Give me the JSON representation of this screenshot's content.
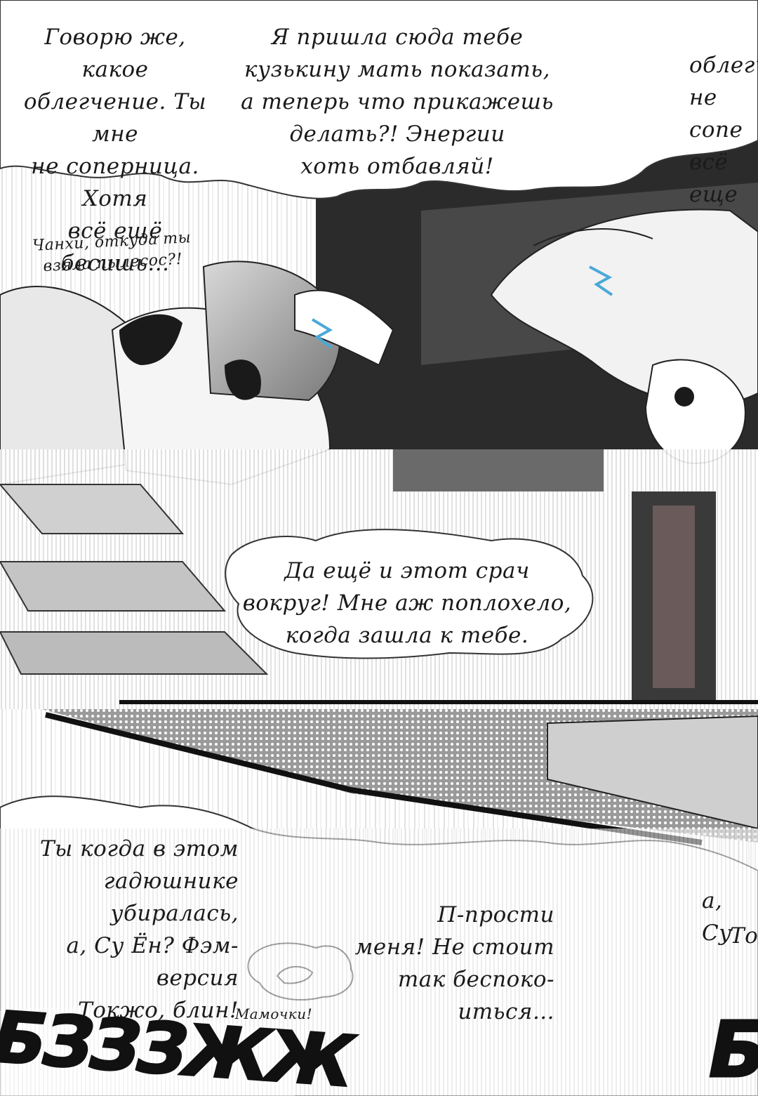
{
  "bubbles": {
    "top_left": "Говорю же, какое\nоблегчение. Ты мне\nне соперница. Хотя\nвсё ещё бесишь...",
    "top_center": "Я пришла сюда тебе\nкузькину мать показать,\nа теперь что прикажешь\nделать?! Энергии\nхоть отбавляй!",
    "top_right": "облегче\nне сопе\nвсё еще",
    "mid_left": "Чанхи, откуда ты\nвзяла пылесос?!",
    "middle": "Да ещё и этот срач\nвокруг! Мне аж поплохело,\nкогда зашла к тебе.",
    "bottom_left": "Ты когда в этом\nгадюшнике убиралась,\nа, Су Ён? Фэм-версия\nТокжо, блин!",
    "bottom_right_partial": "а, Су",
    "bottom_right_partial2": "Токжо",
    "apology": "П-прости\nменя! Не стоит\nтак беспоко-\nиться...",
    "mom": "Мамочки!",
    "sfx_left": "БЗЗЗЖЖ",
    "sfx_right": "Б"
  },
  "colors": {
    "ink": "#111111",
    "paper": "#ffffff",
    "tone_dark": "#3a3a3a",
    "tone_mid": "#8a8a8a",
    "accent_blue": "#4aa8d8"
  }
}
